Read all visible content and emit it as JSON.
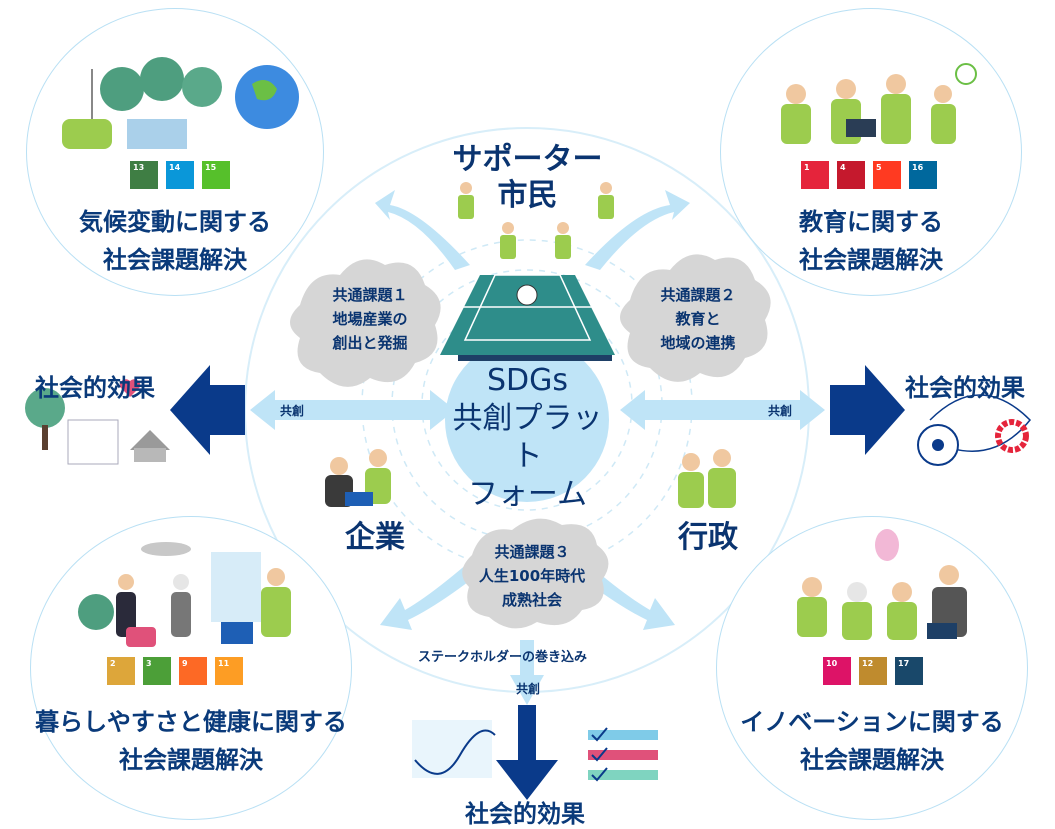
{
  "hub": {
    "center_label_line1": "SDGs",
    "center_label_line2": "共創プラット",
    "center_label_line3": "フォーム",
    "supporter_line1": "サポーター",
    "supporter_line2": "市民",
    "company": "企業",
    "government": "行政",
    "stakeholder_caption": "ステークホルダーの巻き込み",
    "cocreation": "共創"
  },
  "common_issues": [
    {
      "line1": "共通課題１",
      "line2": "地場産業の",
      "line3": "創出と発掘"
    },
    {
      "line1": "共通課題２",
      "line2": "教育と",
      "line3": "地域の連携"
    },
    {
      "line1": "共通課題３",
      "line2": "人生100年時代",
      "line3": "成熟社会"
    }
  ],
  "domains": {
    "climate": {
      "line1": "気候変動に関する",
      "line2": "社会課題解決",
      "sdgs": [
        "13",
        "14",
        "15"
      ]
    },
    "education": {
      "line1": "教育に関する",
      "line2": "社会課題解決",
      "sdgs": [
        "1",
        "4",
        "5",
        "16"
      ]
    },
    "living": {
      "line1": "暮らしやすさと健康に関する",
      "line2": "社会課題解決",
      "sdgs": [
        "2",
        "3",
        "9",
        "11"
      ]
    },
    "innovation": {
      "line1": "イノベーションに関する",
      "line2": "社会課題解決",
      "sdgs": [
        "10",
        "12",
        "17"
      ]
    }
  },
  "effects": {
    "left": "社会的効果",
    "right": "社会的効果",
    "bottom": "社会的効果"
  },
  "colors": {
    "navy": "#0a3a7a",
    "arrow_light": "#bfe4f7",
    "arrow_dark": "#0a3a8a",
    "cloud": "#d6d6d6",
    "green": "#9ccc4e"
  }
}
